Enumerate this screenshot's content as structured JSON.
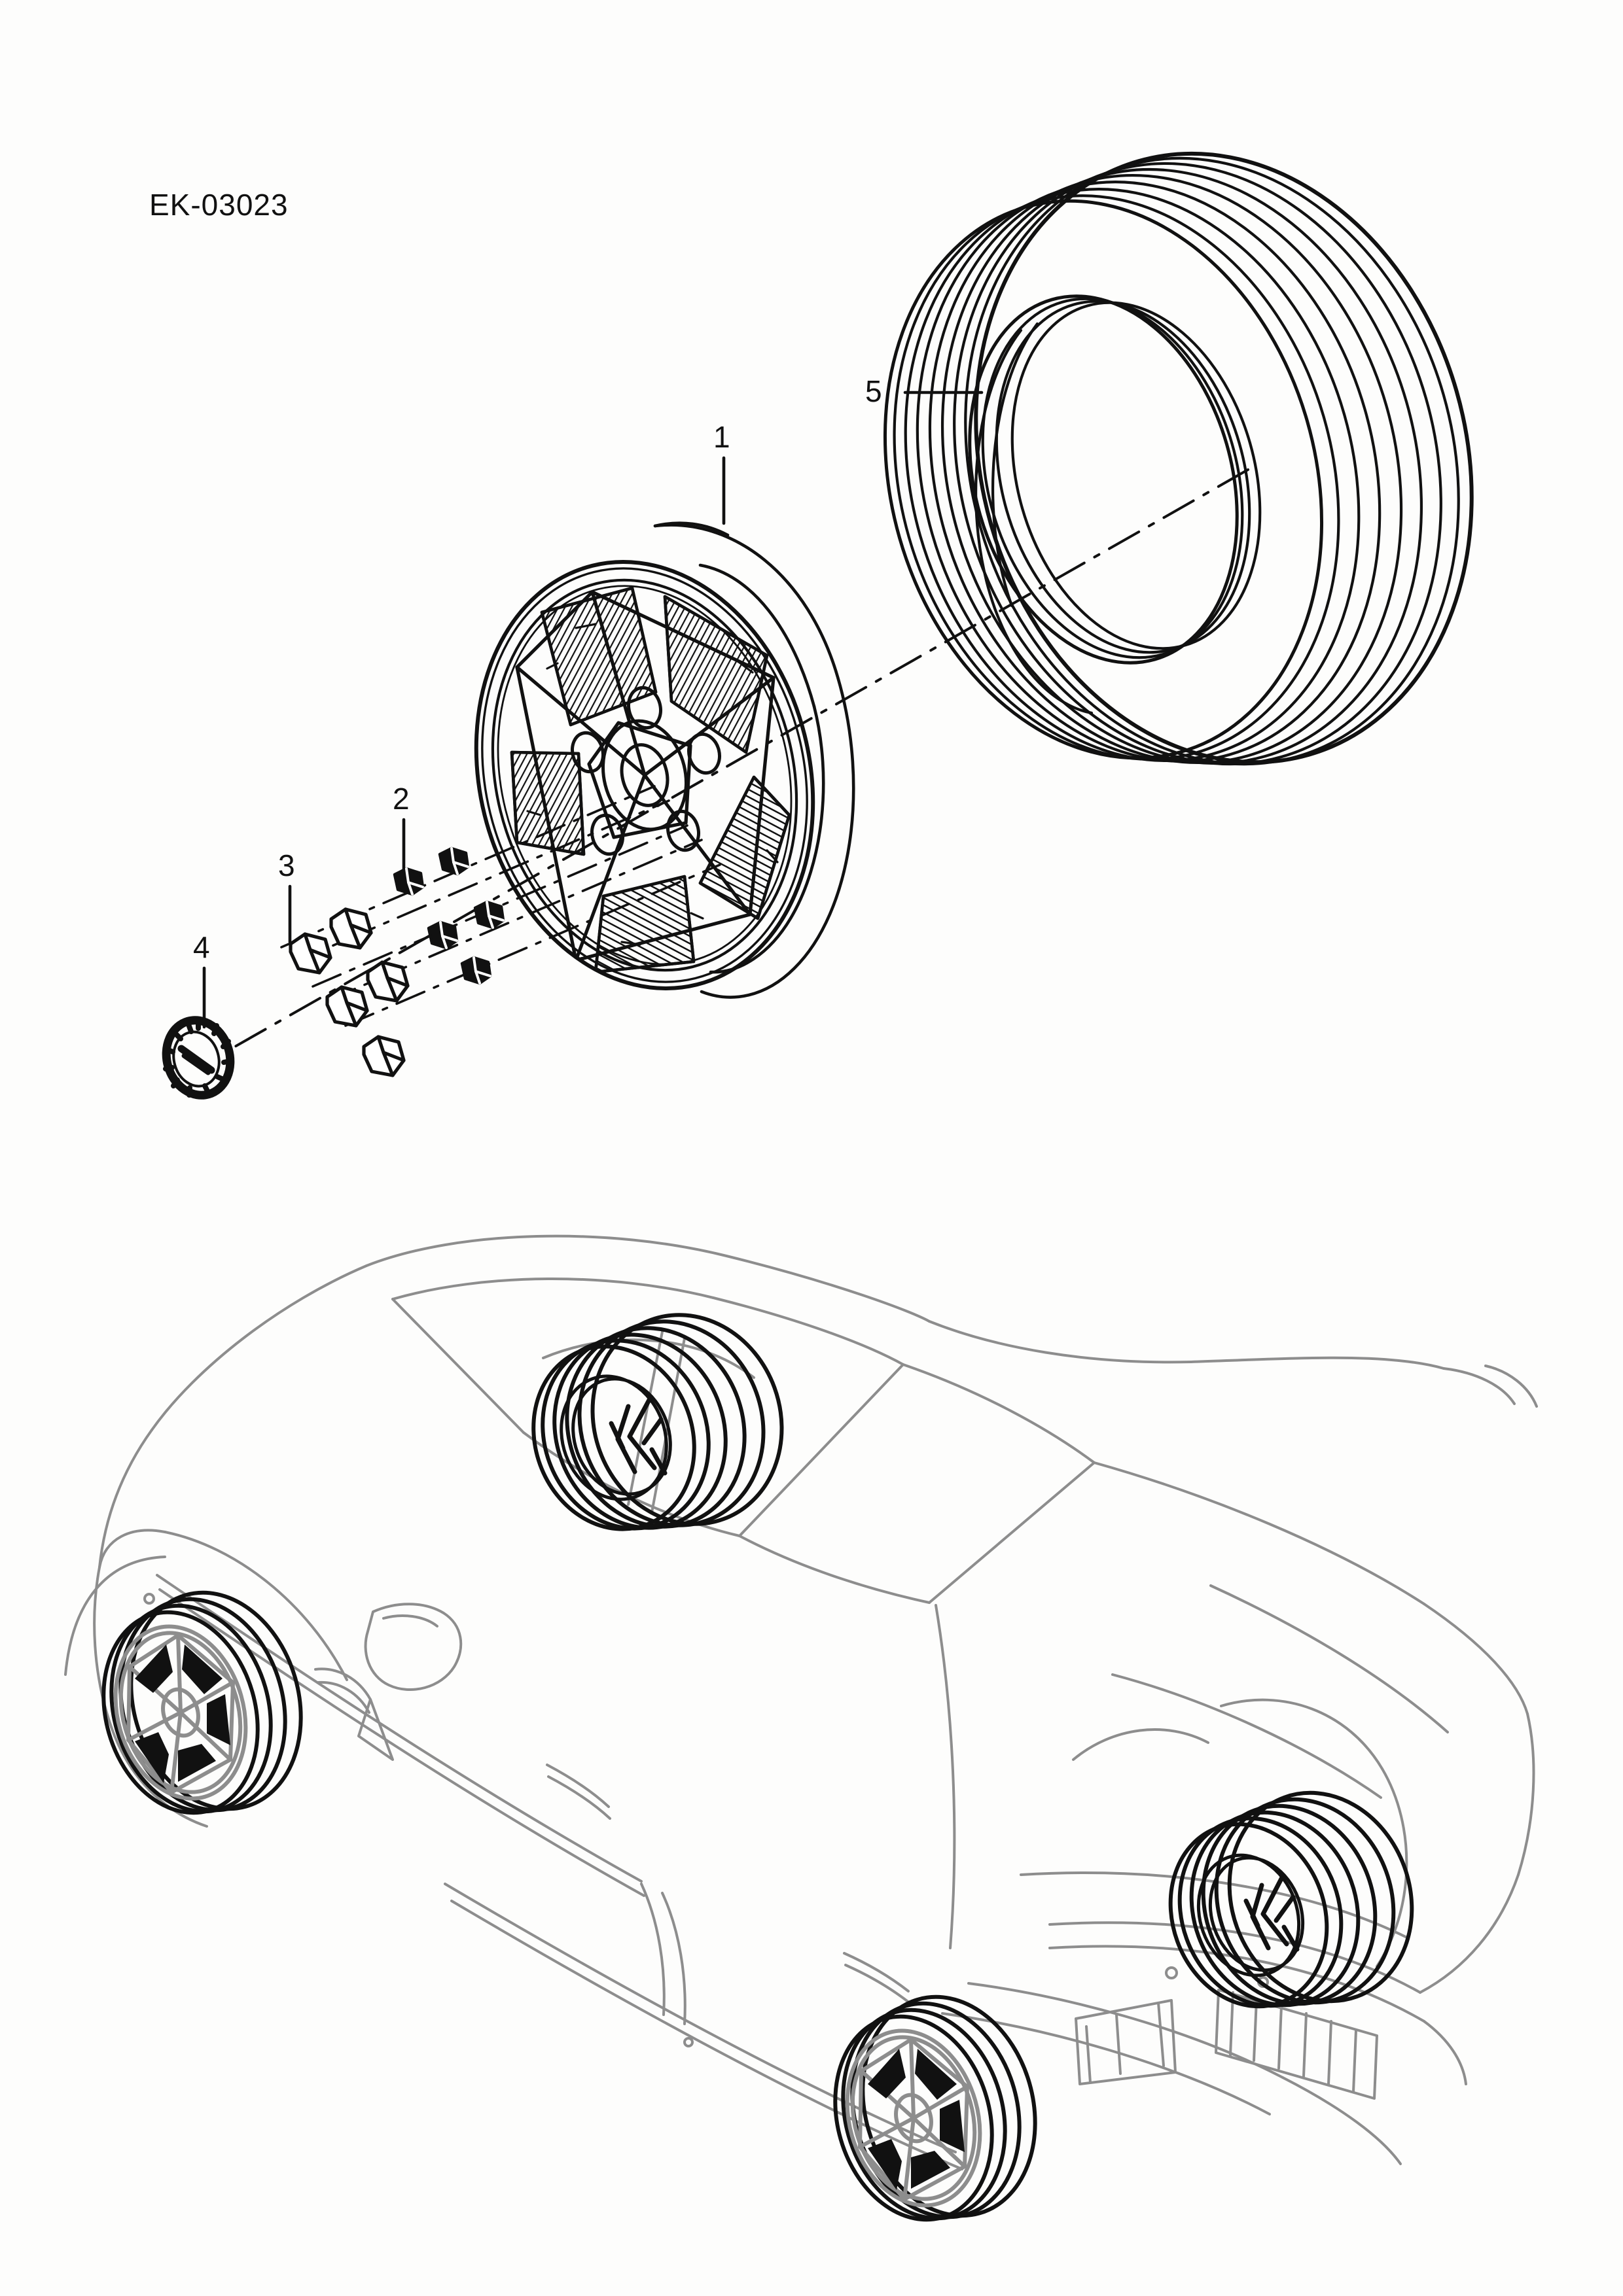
{
  "diagram": {
    "title": "EK-03023",
    "type": "exploded parts diagram",
    "subject": "Wheel and tire assembly",
    "background_color": "#fdfdfc",
    "line_color": "#111111",
    "ghost_color": "#8d8d8d"
  },
  "callouts": [
    {
      "number": "1",
      "part": "alloy-wheel-rim",
      "leader": "vertical-down"
    },
    {
      "number": "2",
      "part": "wheel-bolt",
      "leader": "vertical-down"
    },
    {
      "number": "3",
      "part": "lug-nut",
      "leader": "vertical-down"
    },
    {
      "number": "4",
      "part": "hub-center-cap",
      "leader": "vertical-down"
    },
    {
      "number": "5",
      "part": "tire",
      "leader": "horizontal-right"
    }
  ],
  "parts": {
    "rim": {
      "label": "1",
      "count": 1
    },
    "bolts": {
      "label": "2",
      "count": 5
    },
    "nuts": {
      "label": "3",
      "count": 5
    },
    "cap": {
      "label": "4",
      "count": 1
    },
    "tire": {
      "label": "5",
      "count": 1
    }
  },
  "vehicle": {
    "view": "rear three-quarter",
    "body_style": "5-door fastback hatchback",
    "wheels_shown": 4
  }
}
